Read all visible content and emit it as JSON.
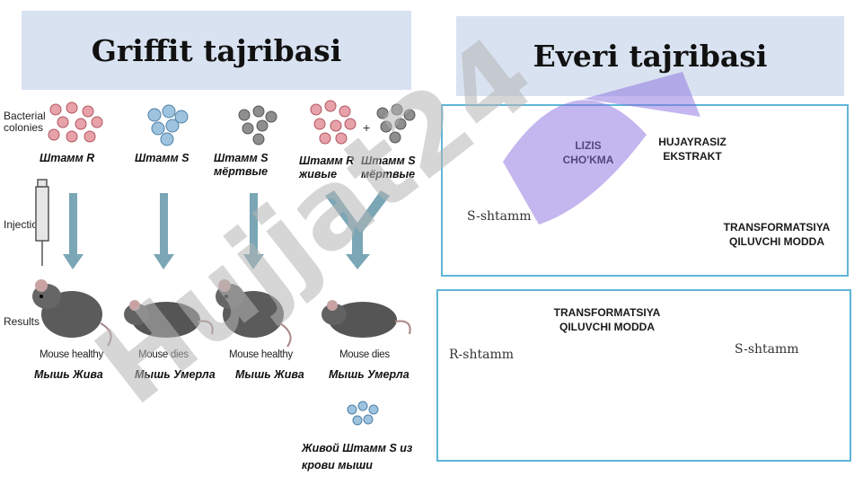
{
  "titles": {
    "griffit": "Griffit tajribasi",
    "everi": "Everi tajribasi"
  },
  "griffith": {
    "row_labels": {
      "colonies": "Bacterial colonies",
      "injection": "Injection",
      "results": "Results"
    },
    "strains": [
      "Штамм R",
      "Штамм S",
      "Штамм S мёртвые",
      "Штамм R живые",
      "Штамм S мёртвые"
    ],
    "plus": "+",
    "outcomes_en": [
      "Mouse healthy",
      "Mouse dies",
      "Mouse healthy",
      "Mouse dies"
    ],
    "outcomes_ru": [
      "Мышь Жива",
      "Мышь Умерла",
      "Мышь Жива",
      "Мышь Умерла"
    ],
    "blood_note": "Живой Штамм S из крови мыши"
  },
  "avery": {
    "top": {
      "step1": "LIZIS CHO'KMA",
      "step2": "HUJAYRASIZ EKSTRAKT",
      "strain": "S-shtamm",
      "result": "TRANSFORMATSIYA QILUVCHI MODDA"
    },
    "bottom": {
      "agent": "TRANSFORMATSIYA QILUVCHI MODDA",
      "strain_in": "R-shtamm",
      "strain_out": "S-shtamm",
      "plus": "+"
    }
  },
  "watermark": "Hujjat24",
  "colors": {
    "title_bg": "#d9e2f1",
    "panel_border": "#5fb6d9",
    "arrow_blue": "#7aa6b5",
    "red_arrow": "#e8423f",
    "cell_green": "#2e8b3a",
    "cell_yellow": "#e3e65a",
    "watermark_gray": "#b5b5b5",
    "watermark_purple": "#8a6fe0"
  }
}
